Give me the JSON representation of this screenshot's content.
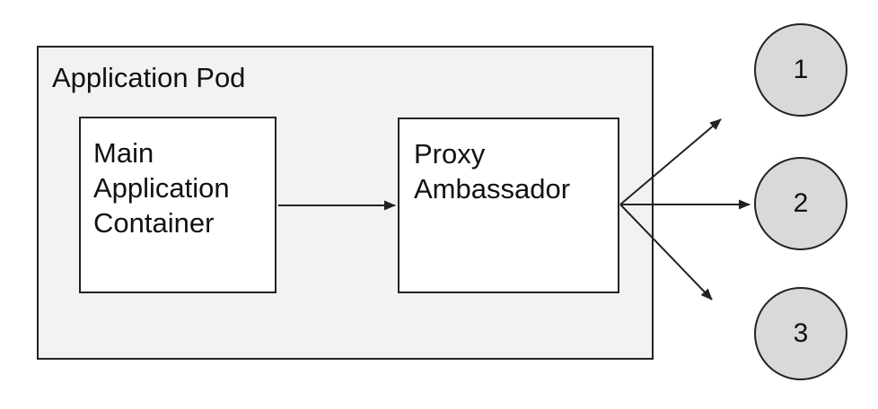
{
  "diagram": {
    "pod": {
      "title": "Application Pod"
    },
    "nodes": {
      "main_container": {
        "label": "Main Application Container"
      },
      "proxy_ambassador": {
        "label": "Proxy Ambassador"
      }
    },
    "services": [
      {
        "label": "1"
      },
      {
        "label": "2"
      },
      {
        "label": "3"
      }
    ],
    "edges": [
      {
        "from": "main_container",
        "to": "proxy_ambassador"
      },
      {
        "from": "proxy_ambassador",
        "to": "service-1"
      },
      {
        "from": "proxy_ambassador",
        "to": "service-2"
      },
      {
        "from": "proxy_ambassador",
        "to": "service-3"
      }
    ],
    "colors": {
      "canvas": "#ffffff",
      "pod_fill": "#f2f2f2",
      "node_fill": "#ffffff",
      "circle_fill": "#d9d9d9",
      "border": "#222222",
      "arrow": "#222222",
      "text": "#111111"
    }
  }
}
